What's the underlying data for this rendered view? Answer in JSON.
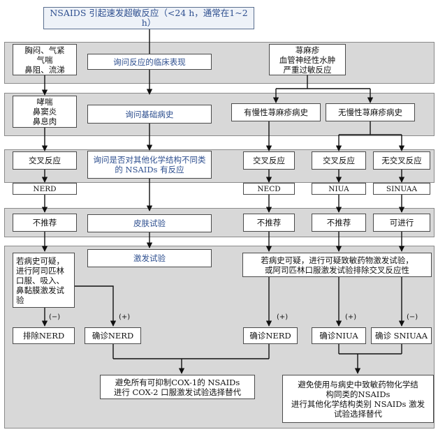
{
  "diagram": {
    "title": "NSAIDS 引起速发超敏反应（<24 h，通常在1~2 h）",
    "row1": {
      "left_symptoms": "胸闷、气紧\n气喘\n鼻阻、流涕",
      "center": "询问反应的临床表现",
      "right_symptoms": "荨麻疹\n血管神经性水肿\n严重过敏反应"
    },
    "row2": {
      "left_symptoms": "哮喘\n鼻窦炎\n鼻息肉",
      "center": "询问基础病史",
      "with_urticaria": "有慢性荨麻疹病史",
      "without_urticaria": "无慢性荨麻疹病史"
    },
    "row3": {
      "cross_reaction_1": "交叉反应",
      "center": "询问是否对其他化学结构不同类的 NSAIDs 有反应",
      "cross_reaction_2": "交叉反应",
      "cross_reaction_3": "交叉反应",
      "no_cross_reaction": "无交叉反应"
    },
    "row4": {
      "nerd": "NERD",
      "necd": "NECD",
      "niua": "NIUA",
      "sniuaa": "SINUAA"
    },
    "row5": {
      "not_recommended_1": "不推荐",
      "center": "皮肤试验",
      "not_recommended_2": "不推荐",
      "not_recommended_3": "不推荐",
      "feasible": "可进行"
    },
    "row6": {
      "left_test": "若病史可疑，\n进行阿司匹林\n口服、吸入、\n鼻黏膜激发试\n验",
      "center": "激发试验",
      "right_test": "若病史可疑，进行可疑致敏药物激发试验，\n或阿司匹林口服激发试验排除交叉反应性"
    },
    "results": {
      "neg_sign_1": "(−)",
      "pos_sign_1": "(+)",
      "pos_sign_2": "(+)",
      "pos_sign_3": "(+)",
      "neg_sign_2": "(−)",
      "exclude_nerd": "排除NERD",
      "confirm_nerd_1": "确诊NERD",
      "confirm_nerd_2": "确诊NERD",
      "confirm_niua": "确诊NIUA",
      "confirm_sniuaa": "确诊 SNIUAA"
    },
    "outcomes": {
      "left": "避免所有可抑制COX-1的 NSAIDs\n进行 COX-2 口服激发试验选择替代",
      "right": "避免使用与病史中致敏药物化学结\n构同类的NSAIDs\n进行其他化学结构类别 NSAIDs 激发\n试验选择替代"
    }
  }
}
